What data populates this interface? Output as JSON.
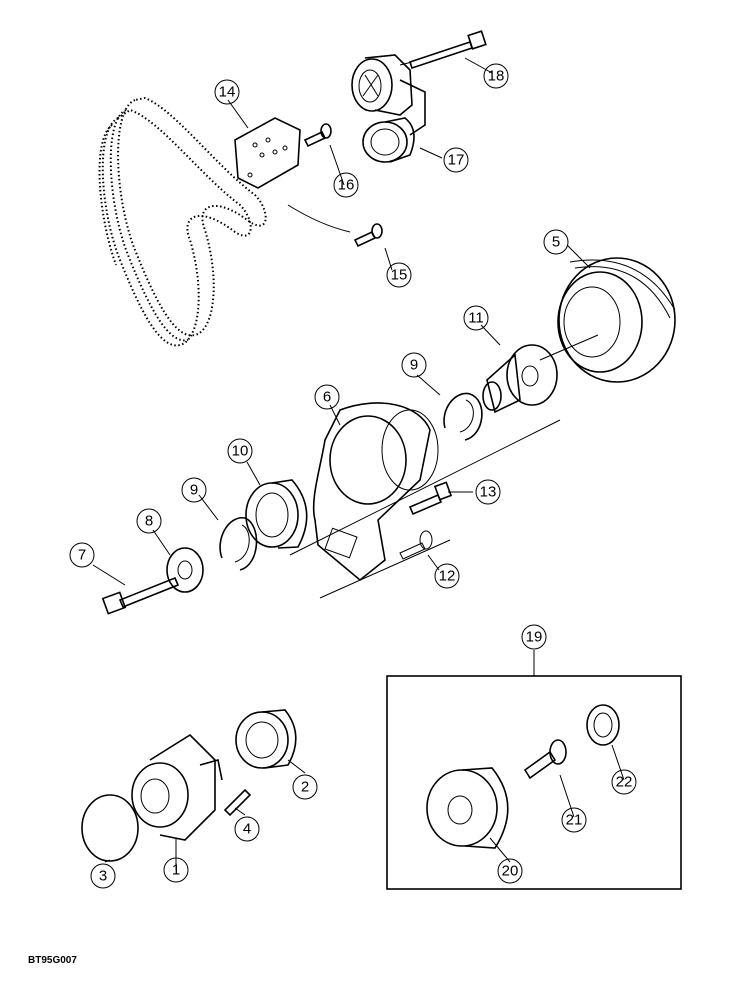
{
  "figure": {
    "reference_code": "BT95G007",
    "callouts": {
      "c1": "1",
      "c2": "2",
      "c3": "3",
      "c4": "4",
      "c5": "5",
      "c6": "6",
      "c7": "7",
      "c8": "8",
      "c9a": "9",
      "c9b": "9",
      "c10": "10",
      "c11": "11",
      "c12": "12",
      "c13": "13",
      "c14": "14",
      "c15": "15",
      "c16": "16",
      "c17": "17",
      "c18": "18",
      "c19": "19",
      "c20": "20",
      "c21": "21",
      "c22": "22"
    }
  }
}
